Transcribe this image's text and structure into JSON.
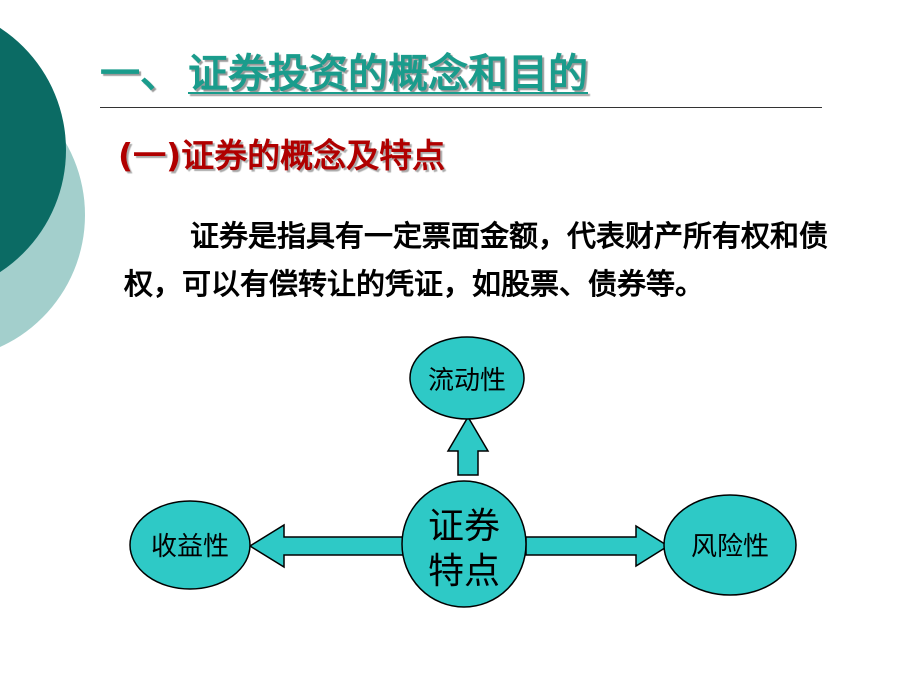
{
  "slide": {
    "title_dash": "一、",
    "title_main": "证券投资的概念和目的",
    "subtitle": "(一)证券的概念及特点",
    "paragraph": "证券是指具有一定票面金额，代表财产所有权和债权，可以有偿转让的凭证，如股票、债券等。"
  },
  "diagram": {
    "center_line1": "证券",
    "center_line2": "特点",
    "top_node": "流动性",
    "left_node": "收益性",
    "right_node": "风险性"
  },
  "colors": {
    "accent_teal": "#1a9c8c",
    "deco_dark": "#0b6b64",
    "deco_light": "#a3cfcc",
    "node_fill": "#2ec9c6",
    "subtitle_red": "#b00000"
  }
}
